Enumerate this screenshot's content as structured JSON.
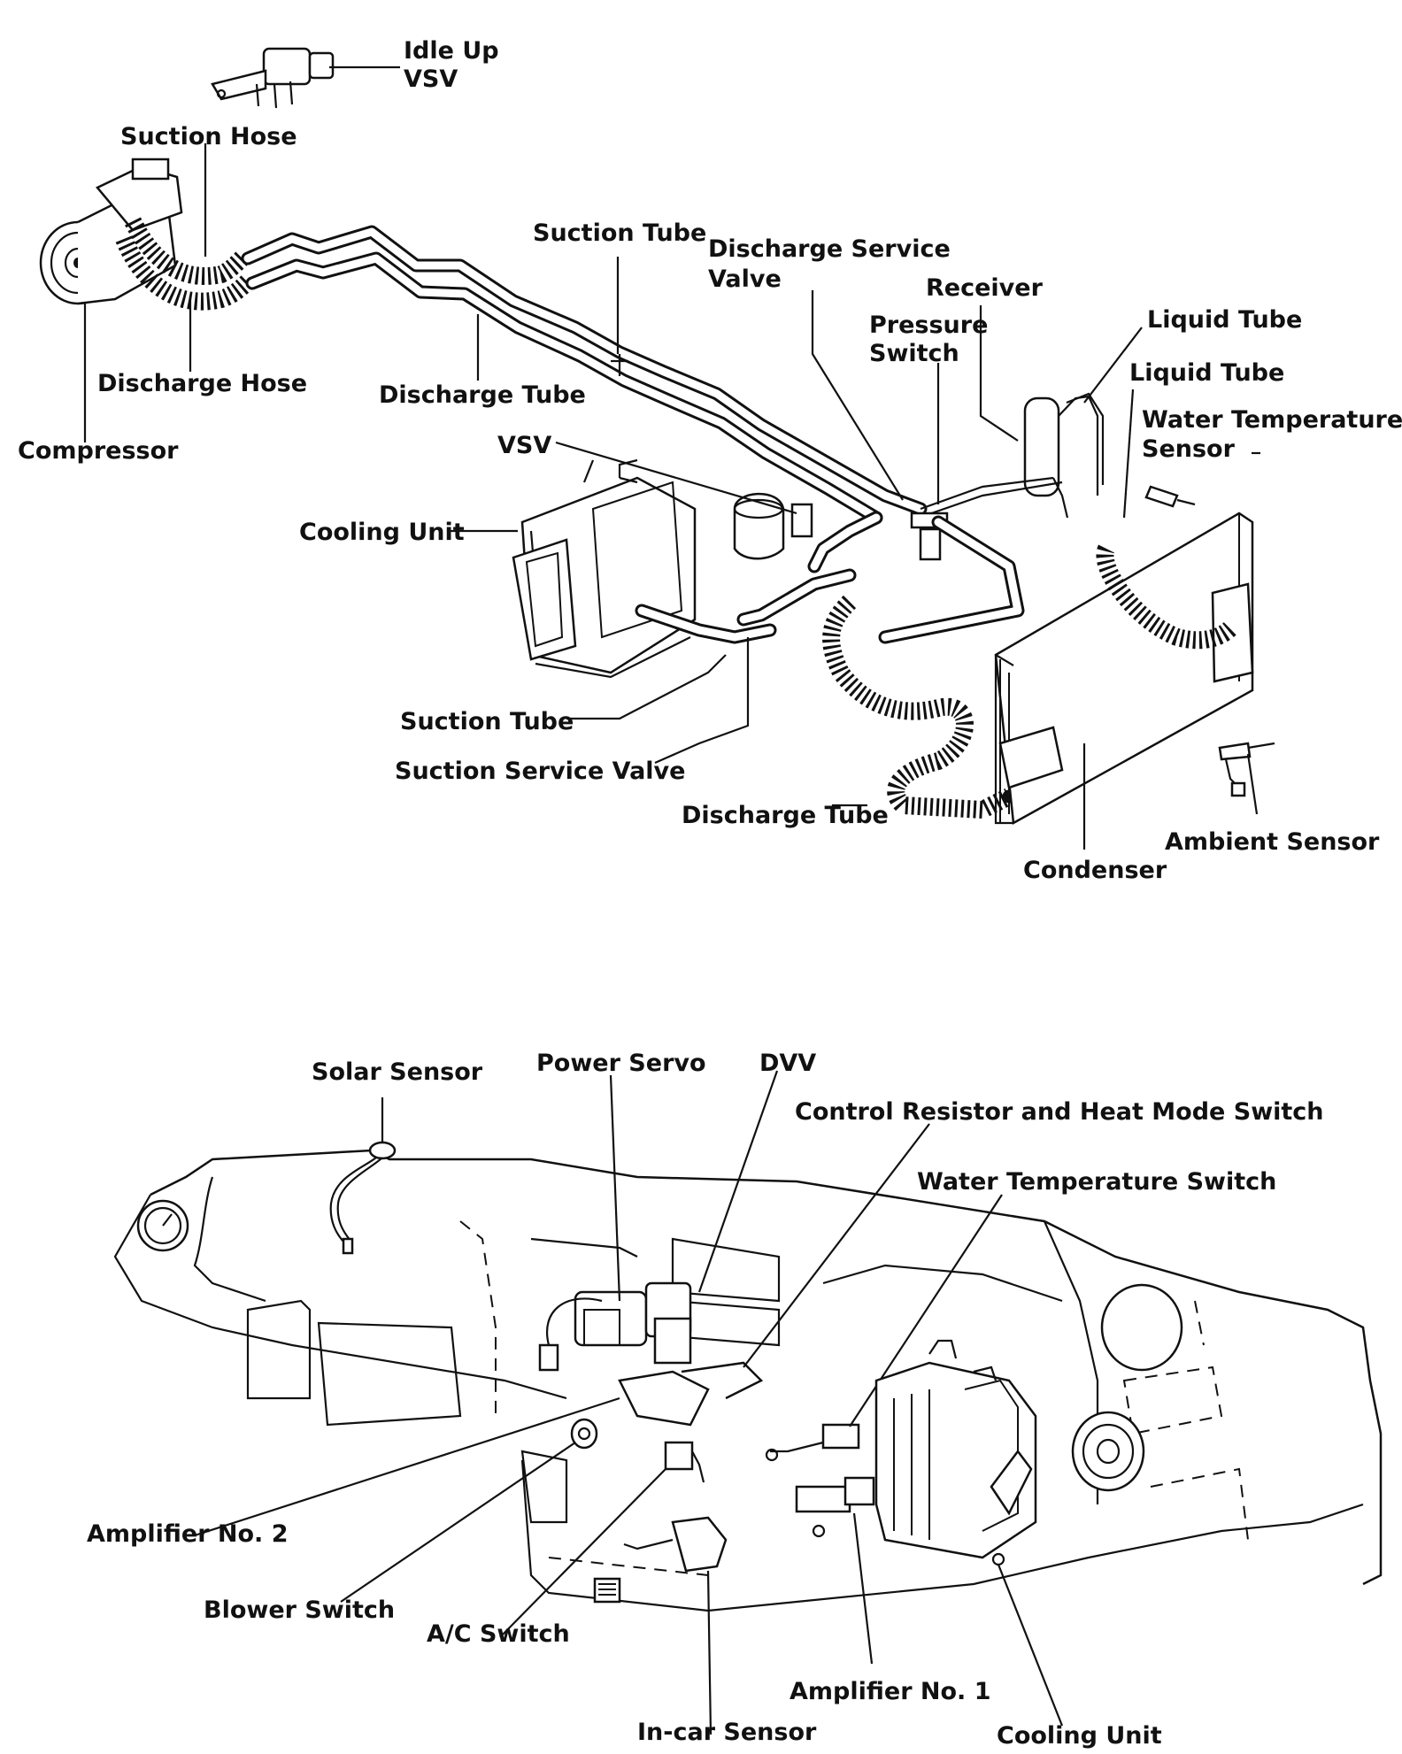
{
  "labels": {
    "idle_up_vsv": [
      "Idle Up",
      "VSV"
    ],
    "suction_hose": "Suction Hose",
    "discharge_hose": "Discharge Hose",
    "compressor": "Compressor",
    "suction_tube_top": "Suction Tube",
    "discharge_tube_top": "Discharge Tube",
    "discharge_service_valve": [
      "Discharge Service",
      "Valve"
    ],
    "receiver": "Receiver",
    "pressure_switch": [
      "Pressure",
      "Switch"
    ],
    "liquid_tube_1": "Liquid Tube",
    "liquid_tube_2": "Liquid Tube",
    "water_temperature_sensor": [
      "Water Temperature",
      "Sensor"
    ],
    "vsv": "VSV",
    "cooling_unit_top": "Cooling Unit",
    "suction_tube_lower": "Suction Tube",
    "suction_service_valve": "Suction Service Valve",
    "discharge_tube_lower": "Discharge Tube",
    "condenser": "Condenser",
    "ambient_sensor": "Ambient Sensor",
    "solar_sensor": "Solar Sensor",
    "power_servo": "Power Servo",
    "dvv": "DVV",
    "control_resistor": "Control Resistor and Heat Mode Switch",
    "water_temperature_switch": "Water Temperature Switch",
    "amplifier_no2": "Amplifier No. 2",
    "blower_switch": "Blower Switch",
    "ac_switch": "A/C Switch",
    "amplifier_no1": "Amplifier No. 1",
    "in_car_sensor": "In-car Sensor",
    "cooling_unit_bottom": "Cooling Unit"
  }
}
